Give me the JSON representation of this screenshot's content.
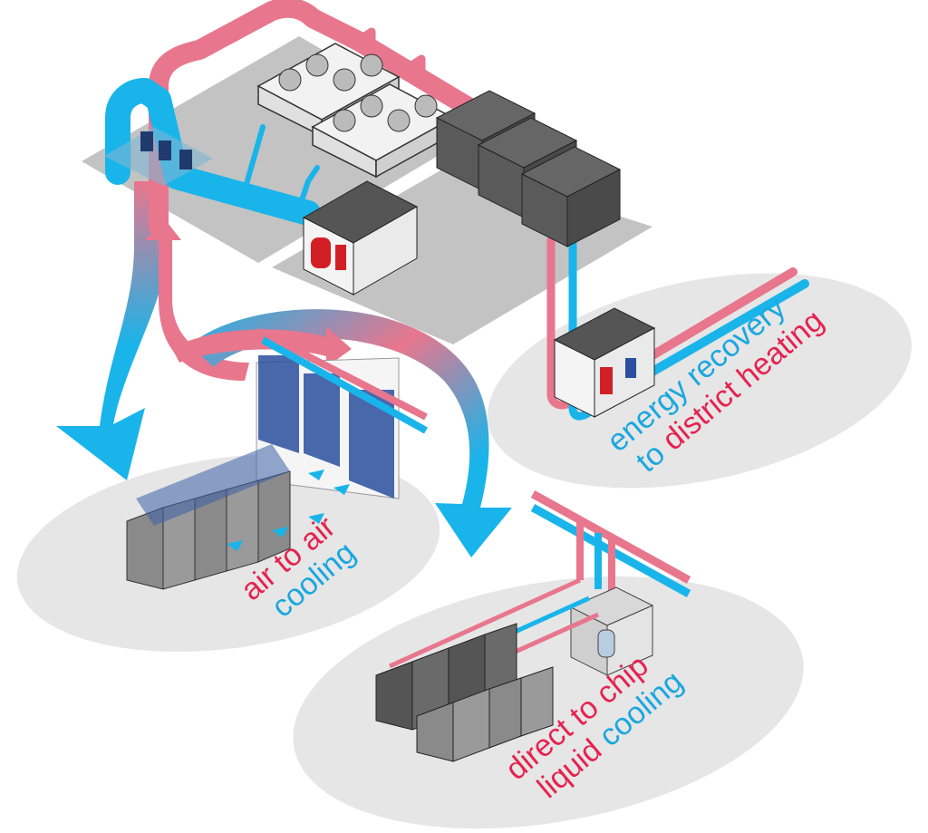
{
  "labels": {
    "energy_recovery": {
      "line1": "energy recovery",
      "line2_a": "to ",
      "line2_b": "district heating"
    },
    "air_to_air": {
      "line1": "air to air",
      "line2": "cooling"
    },
    "direct_to_chip": {
      "line1": "direct to chip",
      "line2_a": "liquid ",
      "line2_b": "cooling"
    }
  },
  "colors": {
    "hot": "#e8768d",
    "hot_text": "#e5234f",
    "cold": "#19b4ea",
    "cold_text": "#1aa7df",
    "zone": "#e6e6e6",
    "floor": "#bdbdbd",
    "cabinet": "#5f5f5f",
    "rack": "#8a8a8a",
    "panel": "#2a4f9e",
    "tank": "#d21f26"
  },
  "icons": [
    "flow-arrow-icon",
    "pump-icon",
    "dry-cooler-fan-icon",
    "chiller-unit-icon",
    "heat-exchanger-icon",
    "server-rack-icon",
    "pressure-vessel-icon"
  ]
}
